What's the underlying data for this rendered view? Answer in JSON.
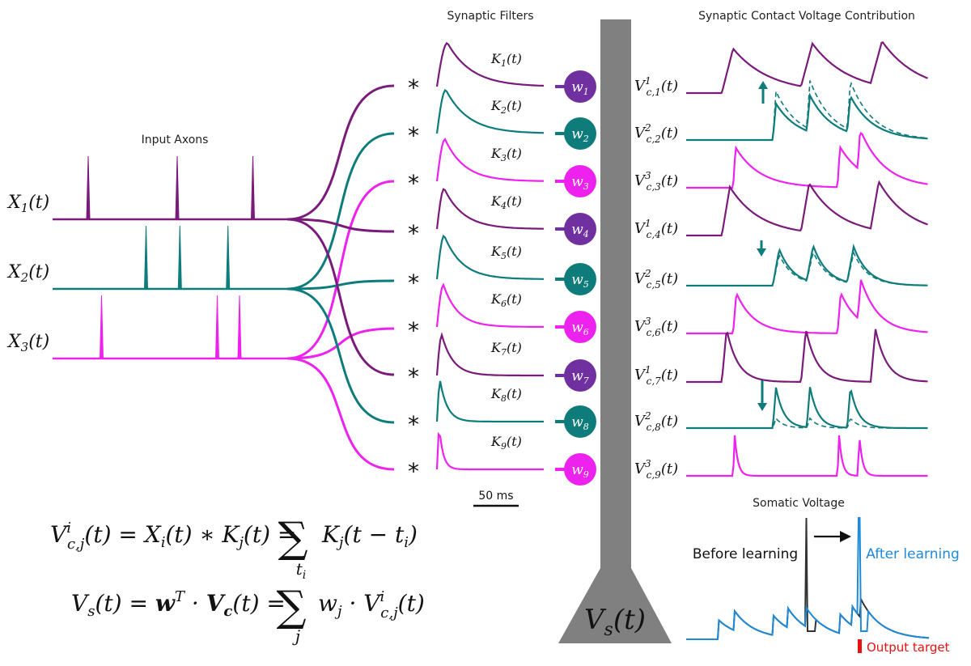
{
  "titles": {
    "input_axons": "Input Axons",
    "synaptic_filters": "Synaptic Filters",
    "contact_voltage": "Synaptic Contact Voltage Contribution",
    "somatic_voltage": "Somatic Voltage"
  },
  "colors": {
    "purple": "#7a1a7a",
    "teal": "#0e7c7b",
    "magenta": "#ee22ee",
    "soma": "#808080",
    "before": "#333333",
    "after": "#1f8ad8",
    "target": "#e81010",
    "weight_purple": "#7030a0",
    "weight_teal": "#0e7c7b",
    "weight_magenta": "#ee22ee"
  },
  "inputs": [
    {
      "name": "X",
      "sub": "1",
      "arg": "(t)",
      "color": "purple",
      "spikes_ms": [
        40,
        140,
        225
      ]
    },
    {
      "name": "X",
      "sub": "2",
      "arg": "(t)",
      "color": "teal",
      "spikes_ms": [
        105,
        143,
        197
      ]
    },
    {
      "name": "X",
      "sub": "3",
      "arg": "(t)",
      "color": "magenta",
      "spikes_ms": [
        55,
        185,
        210
      ]
    }
  ],
  "convolution_symbol": "*",
  "filters": [
    {
      "name": "K",
      "sub": "1",
      "arg": "(t)",
      "color": "purple"
    },
    {
      "name": "K",
      "sub": "2",
      "arg": "(t)",
      "color": "teal"
    },
    {
      "name": "K",
      "sub": "3",
      "arg": "(t)",
      "color": "magenta"
    },
    {
      "name": "K",
      "sub": "4",
      "arg": "(t)",
      "color": "purple"
    },
    {
      "name": "K",
      "sub": "5",
      "arg": "(t)",
      "color": "teal"
    },
    {
      "name": "K",
      "sub": "6",
      "arg": "(t)",
      "color": "magenta"
    },
    {
      "name": "K",
      "sub": "7",
      "arg": "(t)",
      "color": "purple"
    },
    {
      "name": "K",
      "sub": "8",
      "arg": "(t)",
      "color": "teal"
    },
    {
      "name": "K",
      "sub": "9",
      "arg": "(t)",
      "color": "magenta"
    }
  ],
  "weights": [
    {
      "name": "w",
      "sub": "1",
      "color": "weight_purple"
    },
    {
      "name": "w",
      "sub": "2",
      "color": "weight_teal"
    },
    {
      "name": "w",
      "sub": "3",
      "color": "weight_magenta"
    },
    {
      "name": "w",
      "sub": "4",
      "color": "weight_purple"
    },
    {
      "name": "w",
      "sub": "5",
      "color": "weight_teal"
    },
    {
      "name": "w",
      "sub": "6",
      "color": "weight_magenta"
    },
    {
      "name": "w",
      "sub": "7",
      "color": "weight_purple"
    },
    {
      "name": "w",
      "sub": "8",
      "color": "weight_teal"
    },
    {
      "name": "w",
      "sub": "9",
      "color": "weight_magenta"
    }
  ],
  "contact_voltages": [
    {
      "name": "V",
      "sup": "1",
      "sub": "c,1",
      "arg": "(t)",
      "color": "purple"
    },
    {
      "name": "V",
      "sup": "2",
      "sub": "c,2",
      "arg": "(t)",
      "color": "teal"
    },
    {
      "name": "V",
      "sup": "3",
      "sub": "c,3",
      "arg": "(t)",
      "color": "magenta"
    },
    {
      "name": "V",
      "sup": "1",
      "sub": "c,4",
      "arg": "(t)",
      "color": "purple"
    },
    {
      "name": "V",
      "sup": "2",
      "sub": "c,5",
      "arg": "(t)",
      "color": "teal"
    },
    {
      "name": "V",
      "sup": "3",
      "sub": "c,6",
      "arg": "(t)",
      "color": "magenta"
    },
    {
      "name": "V",
      "sup": "1",
      "sub": "c,7",
      "arg": "(t)",
      "color": "purple"
    },
    {
      "name": "V",
      "sup": "2",
      "sub": "c,8",
      "arg": "(t)",
      "color": "teal"
    },
    {
      "name": "V",
      "sup": "3",
      "sub": "c,9",
      "arg": "(t)",
      "color": "magenta"
    }
  ],
  "scale_bar_label": "50 ms",
  "soma_label": {
    "name": "V",
    "sub": "s",
    "arg": "(t)"
  },
  "somatic": {
    "before_label": "Before learning",
    "after_label": "After learning",
    "target_label": "Output target"
  },
  "equations": {
    "eq1": {
      "lhs": "V",
      "lhs_sup": "i",
      "lhs_sub": "c,j",
      "lhs_arg": "(t) = ",
      "rhs1": "X",
      "rhs1_sub": "i",
      "rhs1_arg": "(t) ∗ ",
      "rhs2": "K",
      "rhs2_sub": "j",
      "rhs2_arg": "(t) = ",
      "sum": "∑",
      "sum_under": "t",
      "sum_under_sub": "i",
      "term": "K",
      "term_sub": "j",
      "term_arg": "(t − t",
      "term_arg_sub": "i",
      "term_close": ")"
    },
    "eq2": {
      "lhs": "V",
      "lhs_sub": "s",
      "lhs_arg": "(t) = ",
      "w": "w",
      "w_sup": "T",
      "dot": " · ",
      "vc": "V",
      "vc_sub": "c",
      "vc_arg": "(t) = ",
      "sum": "∑",
      "sum_under": "j",
      "term": "w",
      "term_sub": "j",
      "term_dot": " · ",
      "term_v": "V",
      "term_v_sup": "i",
      "term_v_sub": "c,j",
      "term_arg": "(t)"
    }
  }
}
